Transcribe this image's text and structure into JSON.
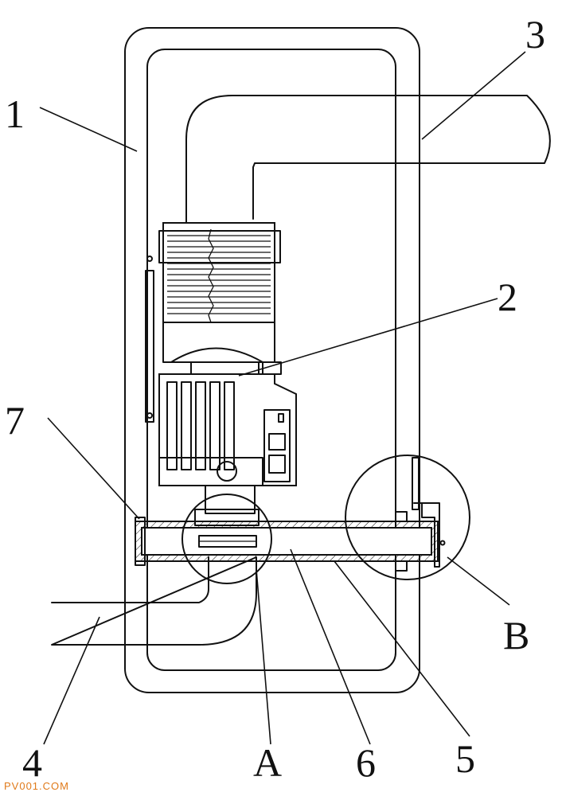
{
  "labels": {
    "l1": "1",
    "l2": "2",
    "l3": "3",
    "l4": "4",
    "l5": "5",
    "l6": "6",
    "l7": "7",
    "lA": "A",
    "lB": "B"
  },
  "watermark": "PV001.COM",
  "colors": {
    "line": "#111111",
    "background": "#ffffff",
    "watermark": "#e07a1a"
  }
}
